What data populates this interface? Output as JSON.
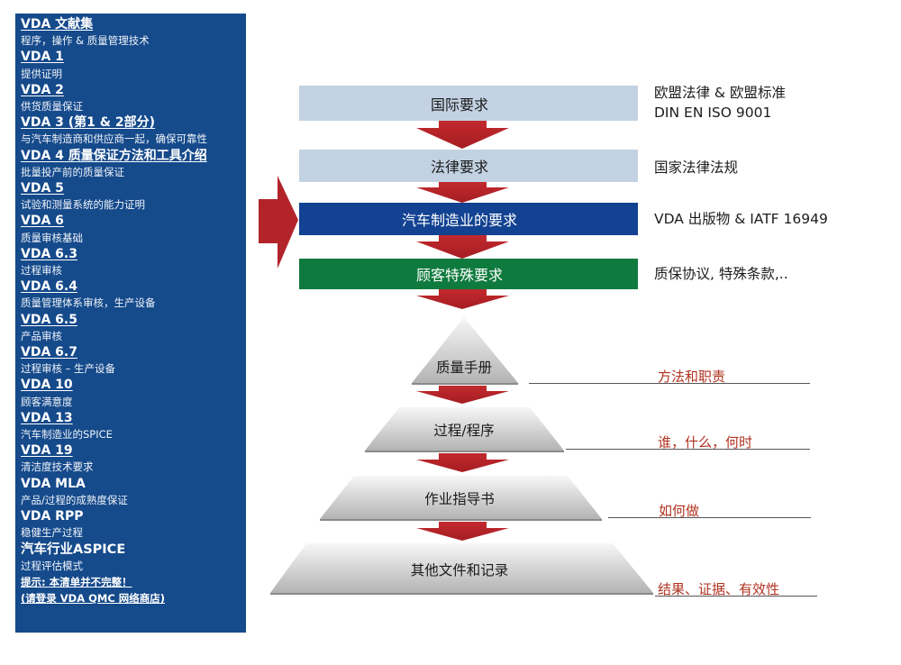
{
  "sidebar": {
    "items": [
      {
        "title": "VDA 文献集",
        "desc": "程序，操作 & 质量管理技术"
      },
      {
        "title": "VDA 1",
        "desc": "提供证明"
      },
      {
        "title": "VDA 2",
        "desc": "供货质量保证"
      },
      {
        "title": "VDA 3 (第1 & 2部分)",
        "desc": "与汽车制造商和供应商一起，确保可靠性"
      },
      {
        "title": "VDA 4 质量保证方法和工具介绍",
        "desc": "批量投产前的质量保证"
      },
      {
        "title": "VDA 5",
        "desc": "试验和测量系统的能力证明"
      },
      {
        "title": "VDA 6",
        "desc": "质量审核基础"
      },
      {
        "title": "VDA 6.3",
        "desc": "过程审核"
      },
      {
        "title": "VDA 6.4",
        "desc": "质量管理体系审核，生产设备"
      },
      {
        "title": "VDA 6.5",
        "desc": "产品审核"
      },
      {
        "title": "VDA 6.7",
        "desc": "过程审核 – 生产设备"
      },
      {
        "title": "VDA 10",
        "desc": "顾客满意度"
      },
      {
        "title": "VDA 13",
        "desc": "汽车制造业的SPICE"
      },
      {
        "title": "VDA 19",
        "desc": "清洁度技术要求"
      },
      {
        "title": "VDA MLA",
        "desc": "产品/过程的成熟度保证"
      },
      {
        "title": "VDA RPP",
        "desc": "稳健生产过程"
      },
      {
        "title": "汽车行业ASPICE",
        "desc": "过程评估模式"
      }
    ],
    "note1": "提示: 本清单并不完整！",
    "note2": "(请登录 VDA QMC 网络商店)"
  },
  "requirements": [
    {
      "label": "国际要求",
      "side": [
        "欧盟法律 & 欧盟标准",
        "DIN EN ISO 9001"
      ],
      "color": "#c2d2e2",
      "text_color": "#1a1a1a"
    },
    {
      "label": "法律要求",
      "side": [
        "国家法律法规"
      ],
      "color": "#c2d2e2",
      "text_color": "#1a1a1a"
    },
    {
      "label": "汽车制造业的要求",
      "side": [
        "VDA 出版物 & IATF 16949"
      ],
      "color": "#124291",
      "text_color": "#ffffff"
    },
    {
      "label": "顾客特殊要求",
      "side": [
        "质保协议, 特殊条款,.."
      ],
      "color": "#0f7a3e",
      "text_color": "#ffffff"
    }
  ],
  "pyramid": [
    {
      "label": "质量手册",
      "annotation": "方法和职责"
    },
    {
      "label": "过程/程序",
      "annotation": "谁，什么，何时"
    },
    {
      "label": "作业指导书",
      "annotation": "如何做"
    },
    {
      "label": "其他文件和记录",
      "annotation": "结果、证据、有效性"
    }
  ],
  "colors": {
    "arrow": "#b3242a",
    "sidebar": "#154a8b",
    "annotation": "#b0321f"
  }
}
